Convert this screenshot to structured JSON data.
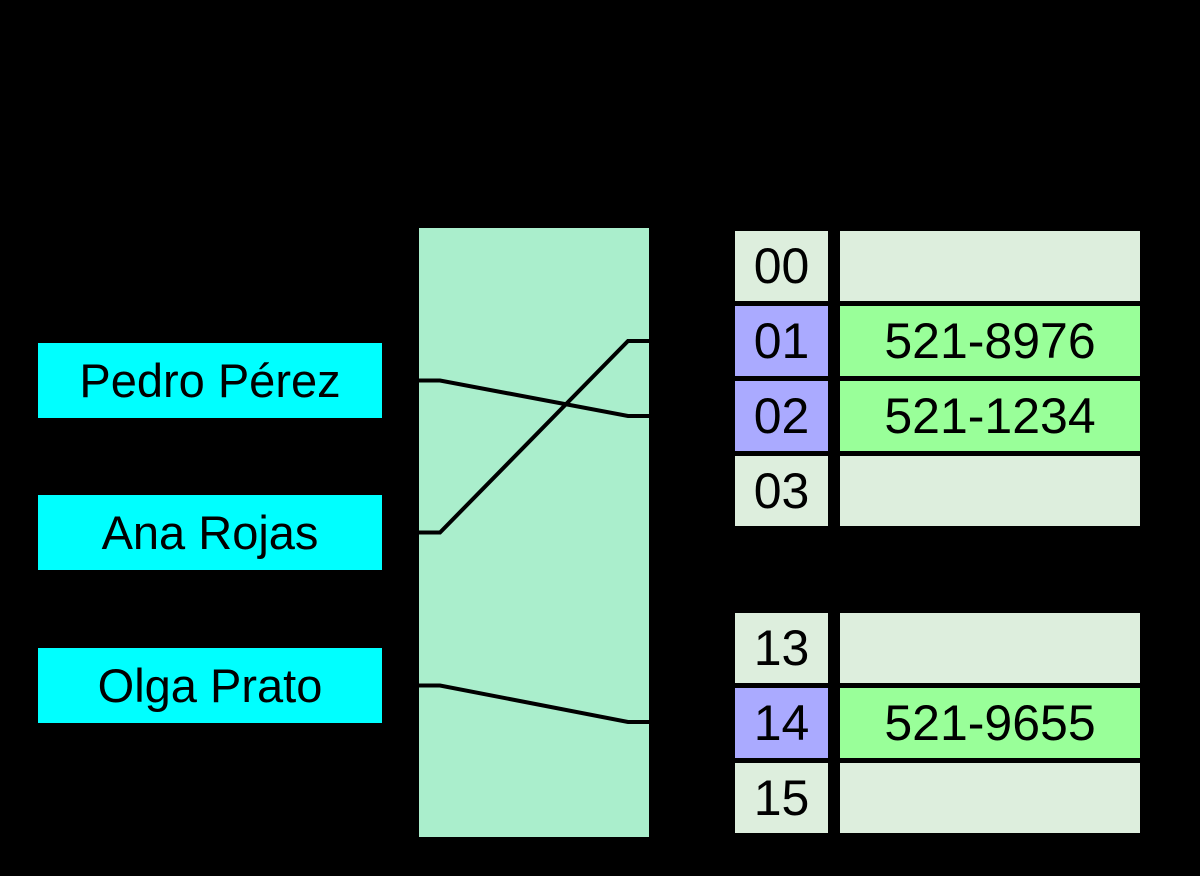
{
  "diagram_type": "hash-table",
  "colors": {
    "background": "#000000",
    "key_box": "#00ffff",
    "hash_function_box": "#aaeecc",
    "bucket_cell_plain": "#ddeedd",
    "bucket_index_highlight": "#aaaaff",
    "bucket_value_highlight": "#99ff99",
    "connector_line": "#000000",
    "text": "#000000"
  },
  "keys": [
    {
      "label": "Pedro Pérez"
    },
    {
      "label": "Ana Rojas"
    },
    {
      "label": "Olga Prato"
    }
  ],
  "hash_box": {
    "label": ""
  },
  "table_top": {
    "rows": [
      {
        "key": "00",
        "value": "",
        "key_highlighted": false,
        "value_highlighted": false
      },
      {
        "key": "01",
        "value": "521-8976",
        "key_highlighted": true,
        "value_highlighted": true
      },
      {
        "key": "02",
        "value": "521-1234",
        "key_highlighted": true,
        "value_highlighted": true
      },
      {
        "key": "03",
        "value": "",
        "key_highlighted": false,
        "value_highlighted": false
      }
    ]
  },
  "table_bottom": {
    "rows": [
      {
        "key": "13",
        "value": "",
        "key_highlighted": false,
        "value_highlighted": false
      },
      {
        "key": "14",
        "value": "521-9655",
        "key_highlighted": true,
        "value_highlighted": true
      },
      {
        "key": "15",
        "value": "",
        "key_highlighted": false,
        "value_highlighted": false
      }
    ]
  },
  "connections": [
    {
      "from": "Pedro Pérez",
      "to_key": "02"
    },
    {
      "from": "Ana Rojas",
      "to_key": "01"
    },
    {
      "from": "Olga Prato",
      "to_key": "14"
    }
  ]
}
